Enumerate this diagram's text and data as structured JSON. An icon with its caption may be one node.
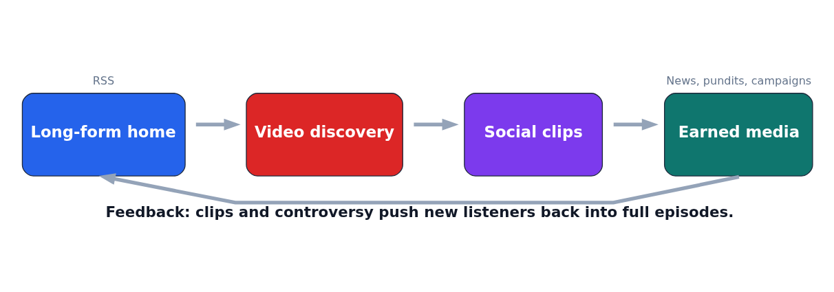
{
  "diagram": {
    "caption": "Feedback: clips and controversy push new listeners back into full episodes.",
    "nodes": [
      {
        "text": [
          "Long-form home"
        ],
        "beside": [
          "RSS"
        ]
      },
      {
        "text": [
          "Video discovery"
        ]
      },
      {
        "text": [
          "Social clips"
        ]
      },
      {
        "text": [
          "Earned media"
        ],
        "beside": [
          "News, pundits, campaigns"
        ]
      }
    ],
    "edges": [
      {
        "from": 0,
        "to": 1,
        "arrow": "to"
      },
      {
        "from": 1,
        "to": 2,
        "arrow": "to"
      },
      {
        "from": 2,
        "to": 3,
        "arrow": "to"
      },
      {
        "from": 3,
        "to": 0,
        "arrow": "to"
      }
    ]
  }
}
